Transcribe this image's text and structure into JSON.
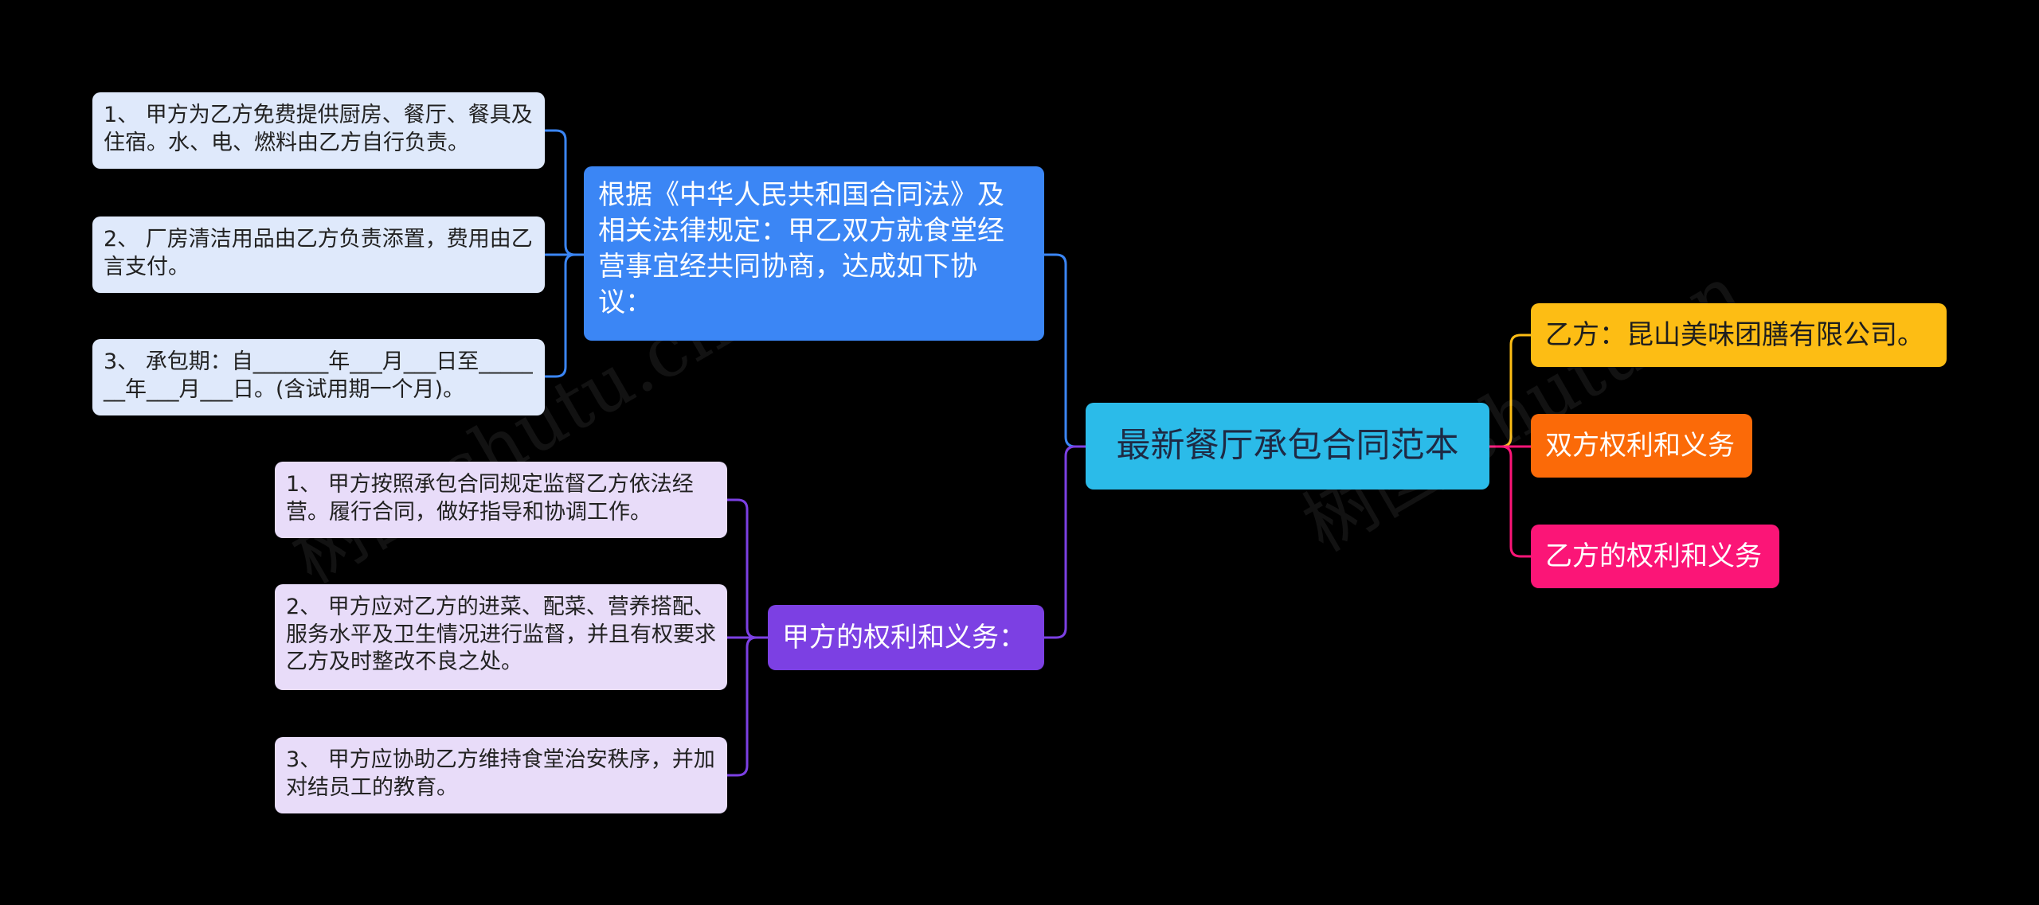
{
  "root": {
    "label": "最新餐厅承包合同范本"
  },
  "left_nodes": {
    "intro": {
      "label": "根据《中华人民共和国合同法》及相关法律规定：甲乙双方就食堂经营事宜经共同协商，达成如下协议：",
      "items": [
        "1、 甲方为乙方免费提供厨房、餐厅、餐具及住宿。水、电、燃料由乙方自行负责。",
        "2、 厂房清洁用品由乙方负责添置，费用由乙言支付。",
        "3、 承包期：自_______年___月___日至_______年___月___日。(含试用期一个月)。"
      ]
    },
    "party_a": {
      "label": "甲方的权利和义务：",
      "items": [
        "1、 甲方按照承包合同规定监督乙方依法经营。履行合同，做好指导和协调工作。",
        "2、 甲方应对乙方的进菜、配菜、营养搭配、服务水平及卫生情况进行监督，并且有权要求乙方及时整改不良之处。",
        "3、 甲方应协助乙方维持食堂治安秩序，并加对结员工的教育。"
      ]
    }
  },
  "right_nodes": [
    {
      "label": "乙方：昆山美味团膳有限公司。"
    },
    {
      "label": "双方权利和义务"
    },
    {
      "label": "乙方的权利和义务"
    }
  ],
  "watermarks": [
    "树图 shutu.cn",
    "树图 shutu.cn"
  ],
  "colors": {
    "background": "#000000",
    "root": "#2bbbe9",
    "intro": "#3b86f5",
    "party_a": "#7c40e3",
    "leaf_blue": "#dfe9fb",
    "leaf_lavender": "#e8dcf9",
    "right_1": "#fdbd14",
    "right_2": "#fb6a08",
    "right_3": "#fb1577"
  }
}
